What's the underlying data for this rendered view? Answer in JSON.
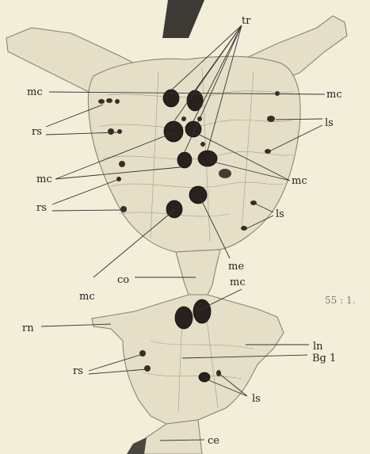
{
  "figure": {
    "scale_label": "55 : 1.",
    "labels": {
      "tr": "tr",
      "mc": "mc",
      "me": "me",
      "rs": "rs",
      "ls": "ls",
      "co": "co",
      "rn": "rn",
      "ln": "ln",
      "bg1": "Bg 1",
      "ce": "ce"
    }
  }
}
